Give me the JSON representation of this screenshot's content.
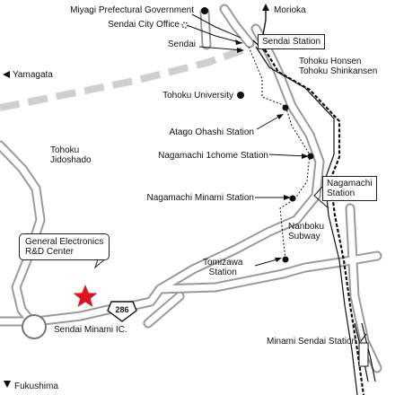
{
  "places": {
    "miyagi_gov": "Miyagi Prefectural Government",
    "sendai_city_office": "Sendai City Office",
    "sendai": "Sendai",
    "tohoku_university": "Tohoku University",
    "atago_ohashi": "Atago Ohashi Station",
    "nagamachi_1chome": "Nagamachi 1chome Station",
    "nagamachi_minami": "Nagamachi Minami Station",
    "nanboku_subway": "Nanboku\nSubway",
    "tomizawa": "Tomizawa\nStation",
    "minami_sendai": "Minami Sendai Station",
    "sendai_minami_ic": "Sendai Minami IC.",
    "tohoku_jidoshado": "Tohoku\nJidoshado",
    "tohoku_honsen": "Tohoku Honsen\nTohoku Shinkansen"
  },
  "boxes": {
    "sendai_station": "Sendai Station",
    "nagamachi_station": "Nagamachi\nStation",
    "general_electronics": "General Electronics\nR&D Center"
  },
  "directions": {
    "morioka": "Morioka",
    "yamagata": "Yamagata",
    "fukushima": "Fukushima"
  },
  "route": {
    "number": "286"
  },
  "colors": {
    "star": "#e0141e",
    "road_fill": "#ffffff",
    "road_outline": "#9a9a9a",
    "highway_dash": "#cfcfcf",
    "rail": "#111111"
  }
}
